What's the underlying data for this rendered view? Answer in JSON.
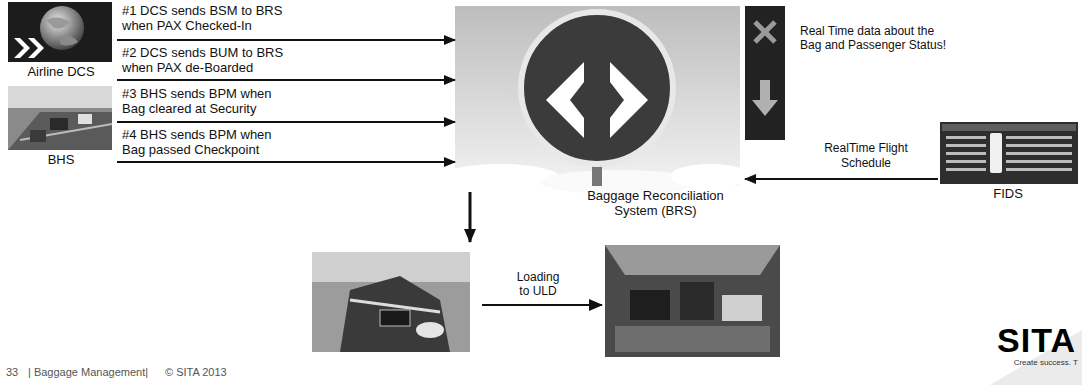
{
  "diagram": {
    "nodes": [
      {
        "text": [
          "Airline DCS"
        ]
      },
      {
        "text": [
          "BHS"
        ]
      },
      {
        "text": [
          "Baggage Reconciliation System (BRS)"
        ]
      },
      {
        "text": [
          "FIDS"
        ]
      }
    ],
    "edges": [
      {
        "from": 0,
        "to": 2,
        "label": "#1 DCS sends BSM to BRS when PAX Checked-In",
        "arrow": "to"
      },
      {
        "from": 0,
        "to": 2,
        "label": "#2 DCS sends BUM to BRS when PAX de-Boarded",
        "arrow": "to"
      },
      {
        "from": 1,
        "to": 2,
        "label": "#3 BHS sends BPM when Bag cleared at Security",
        "arrow": "to"
      },
      {
        "from": 1,
        "to": 2,
        "label": "#4 BHS sends BPM when Bag passed Checkpoint",
        "arrow": "to"
      },
      {
        "from": 3,
        "to": 2,
        "label": "RealTime Flight Schedule",
        "arrow": "to"
      }
    ],
    "labels": [
      "Real Time data about the Bag and Passenger Status!",
      "Loading to ULD",
      "33",
      "| Baggage Management|",
      "© SITA 2013",
      "SITA",
      "Create success. T"
    ]
  }
}
